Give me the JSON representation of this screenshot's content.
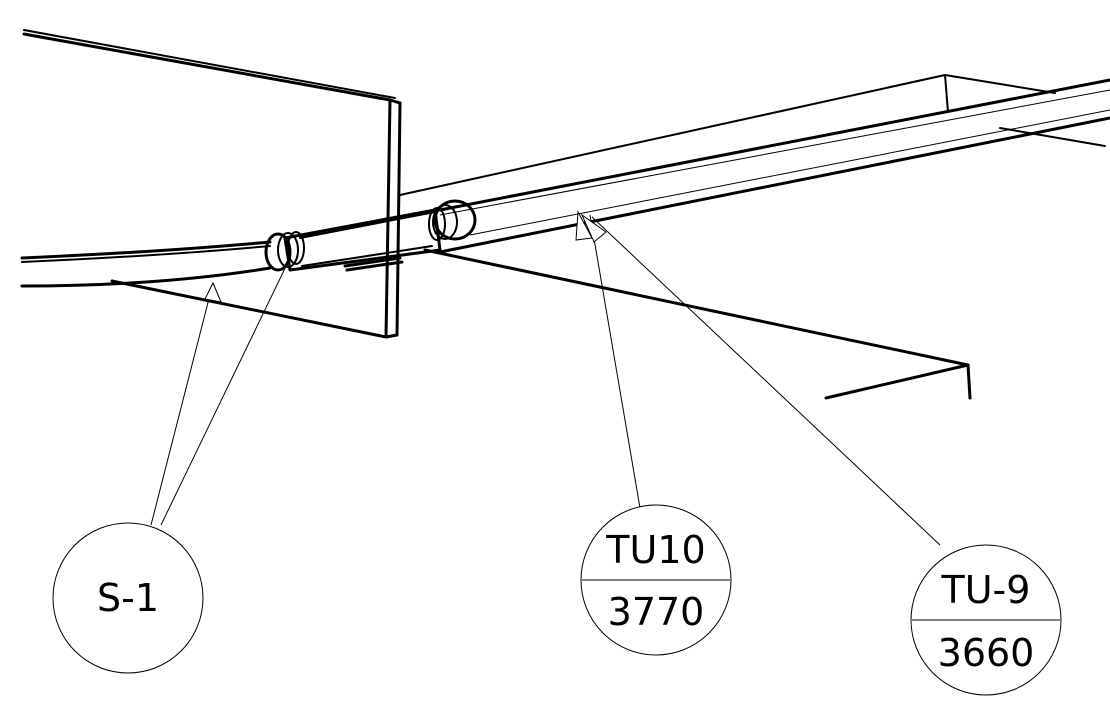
{
  "callouts": {
    "s1": {
      "label": "S-1"
    },
    "tu10": {
      "top": "TU10",
      "bottom": "3770"
    },
    "tu9": {
      "top": "TU-9",
      "bottom": "3660"
    }
  }
}
